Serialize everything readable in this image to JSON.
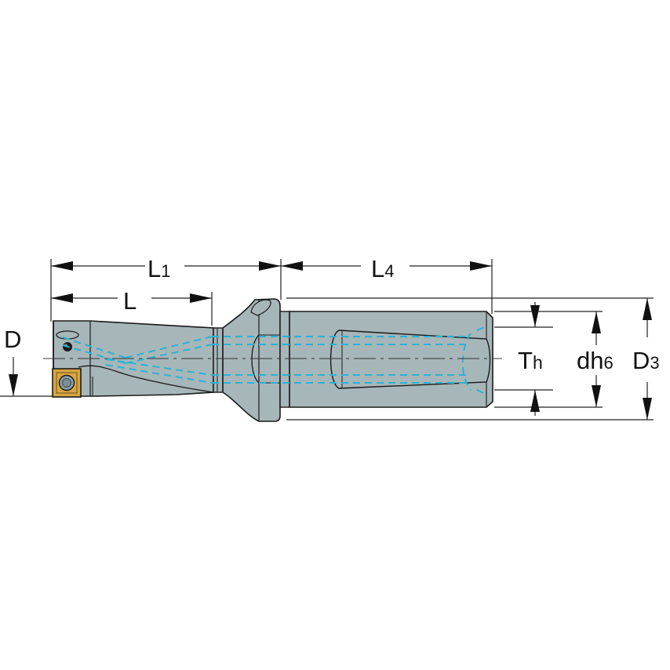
{
  "diagram": {
    "title": "Indexable insert drill with cylindrical shank — dimension drawing",
    "colors": {
      "body": "#a7b6b8",
      "outline": "#1a1a1a",
      "coolant": "#29b3d6",
      "insert": "#d9a641",
      "dimension": "#222222",
      "background": "#ffffff"
    },
    "labels": {
      "L1": {
        "main": "L",
        "sub": "1"
      },
      "L": {
        "main": "L"
      },
      "L4": {
        "main": "L",
        "sub": "4"
      },
      "D": {
        "main": "D"
      },
      "Th": {
        "main": "T",
        "sub": "h"
      },
      "dh6": {
        "main": "dh",
        "sub": "6"
      },
      "D3": {
        "main": "D",
        "sub": "3"
      }
    }
  }
}
